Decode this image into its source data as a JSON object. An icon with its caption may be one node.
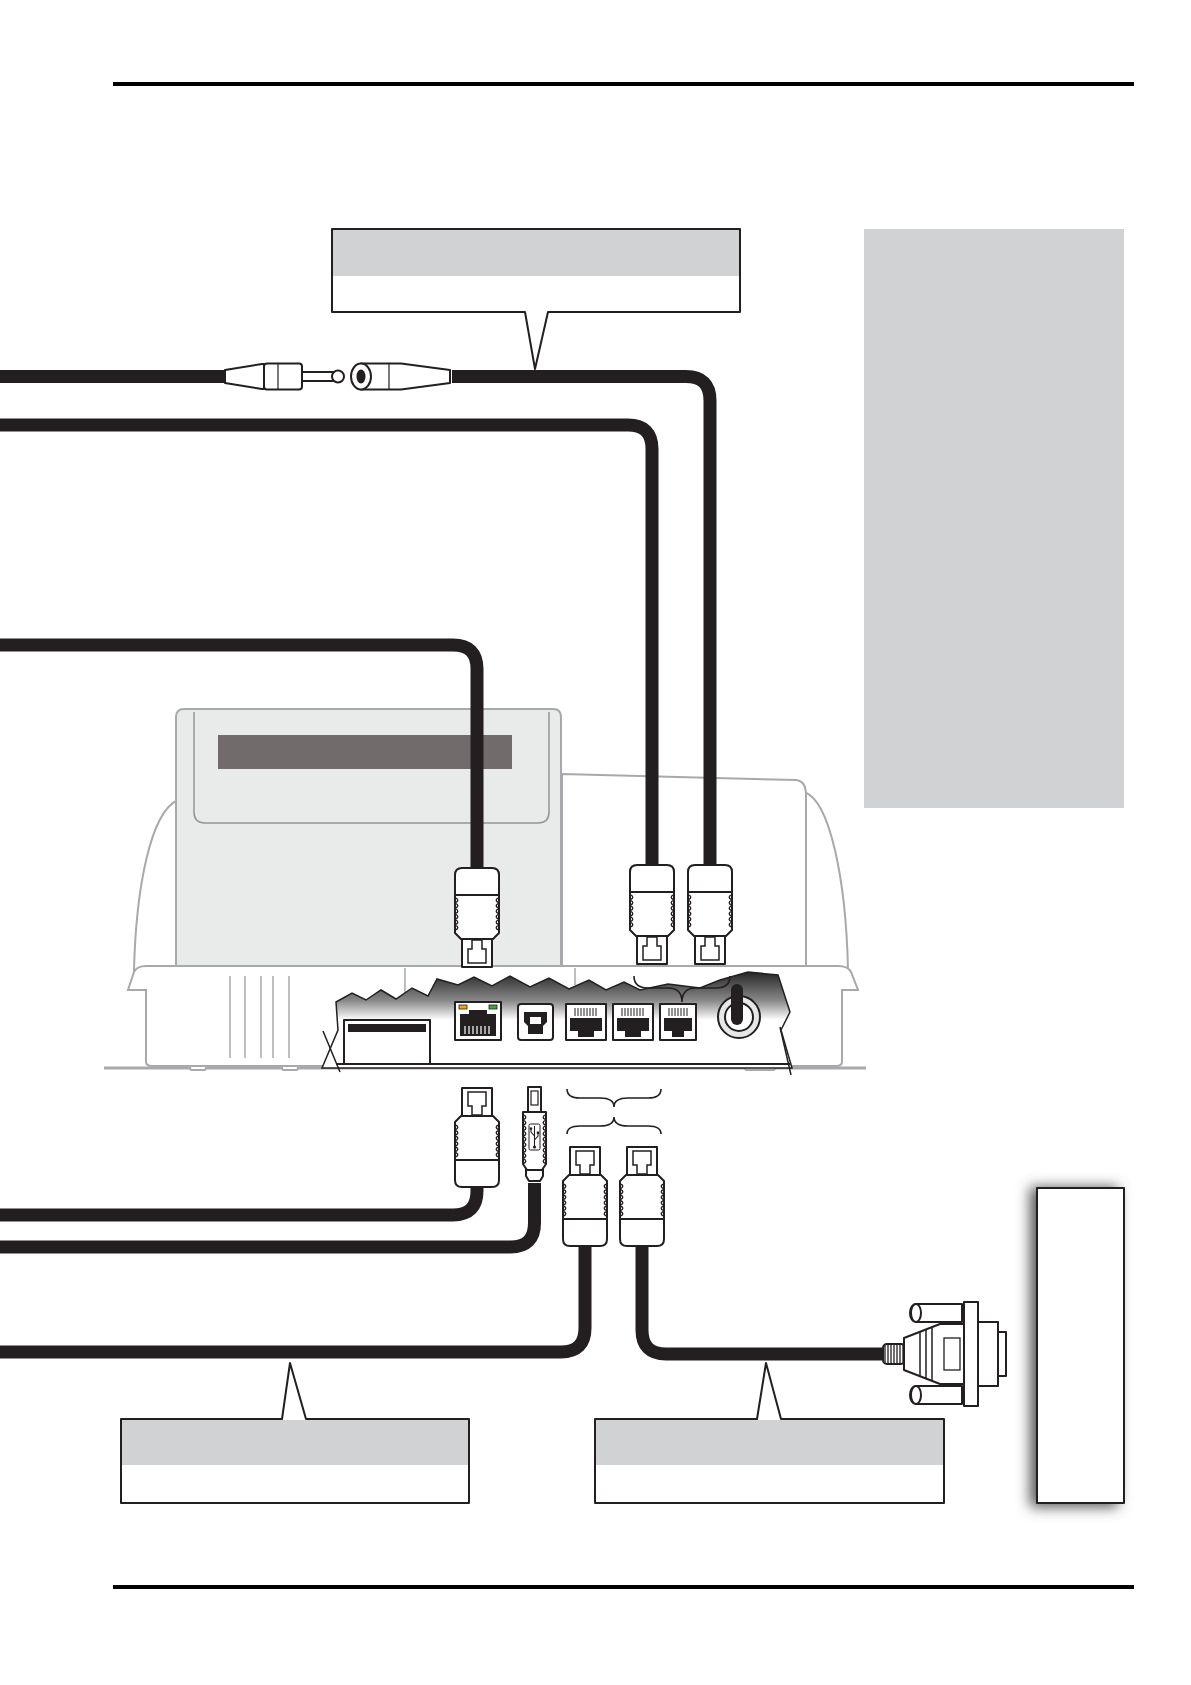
{
  "diagram": {
    "nodes": [
      {
        "text": [],
        "shape": "callout"
      },
      {
        "text": [],
        "shape": "box"
      },
      {
        "text": [],
        "shape": "picture"
      },
      {
        "text": [],
        "shape": "picture"
      },
      {
        "text": [],
        "shape": "picture"
      },
      {
        "text": [],
        "shape": "picture",
        "in": 4
      },
      {
        "text": [],
        "shape": "picture",
        "in": 4
      },
      {
        "text": [],
        "shape": "picture",
        "in": 4
      },
      {
        "text": [],
        "shape": "picture"
      },
      {
        "text": [],
        "shape": "picture"
      },
      {
        "text": [],
        "shape": "picture"
      },
      {
        "text": [],
        "shape": "picture"
      },
      {
        "text": [],
        "shape": "box"
      },
      {
        "text": [],
        "shape": "picture"
      },
      {
        "text": [],
        "shape": "callout"
      },
      {
        "text": [],
        "shape": "callout"
      }
    ],
    "edges": [
      {
        "from": null,
        "to": 2,
        "arrow": "none"
      },
      {
        "from": 3,
        "to": 7,
        "arrow": "none"
      },
      {
        "from": null,
        "to": 6,
        "arrow": "none"
      },
      {
        "from": null,
        "to": 5,
        "arrow": "none"
      },
      {
        "from": null,
        "to": 8,
        "arrow": "none"
      },
      {
        "from": null,
        "to": 9,
        "arrow": "none"
      },
      {
        "from": null,
        "to": 10,
        "arrow": "none"
      },
      {
        "from": 11,
        "to": 13,
        "arrow": "none"
      }
    ]
  }
}
